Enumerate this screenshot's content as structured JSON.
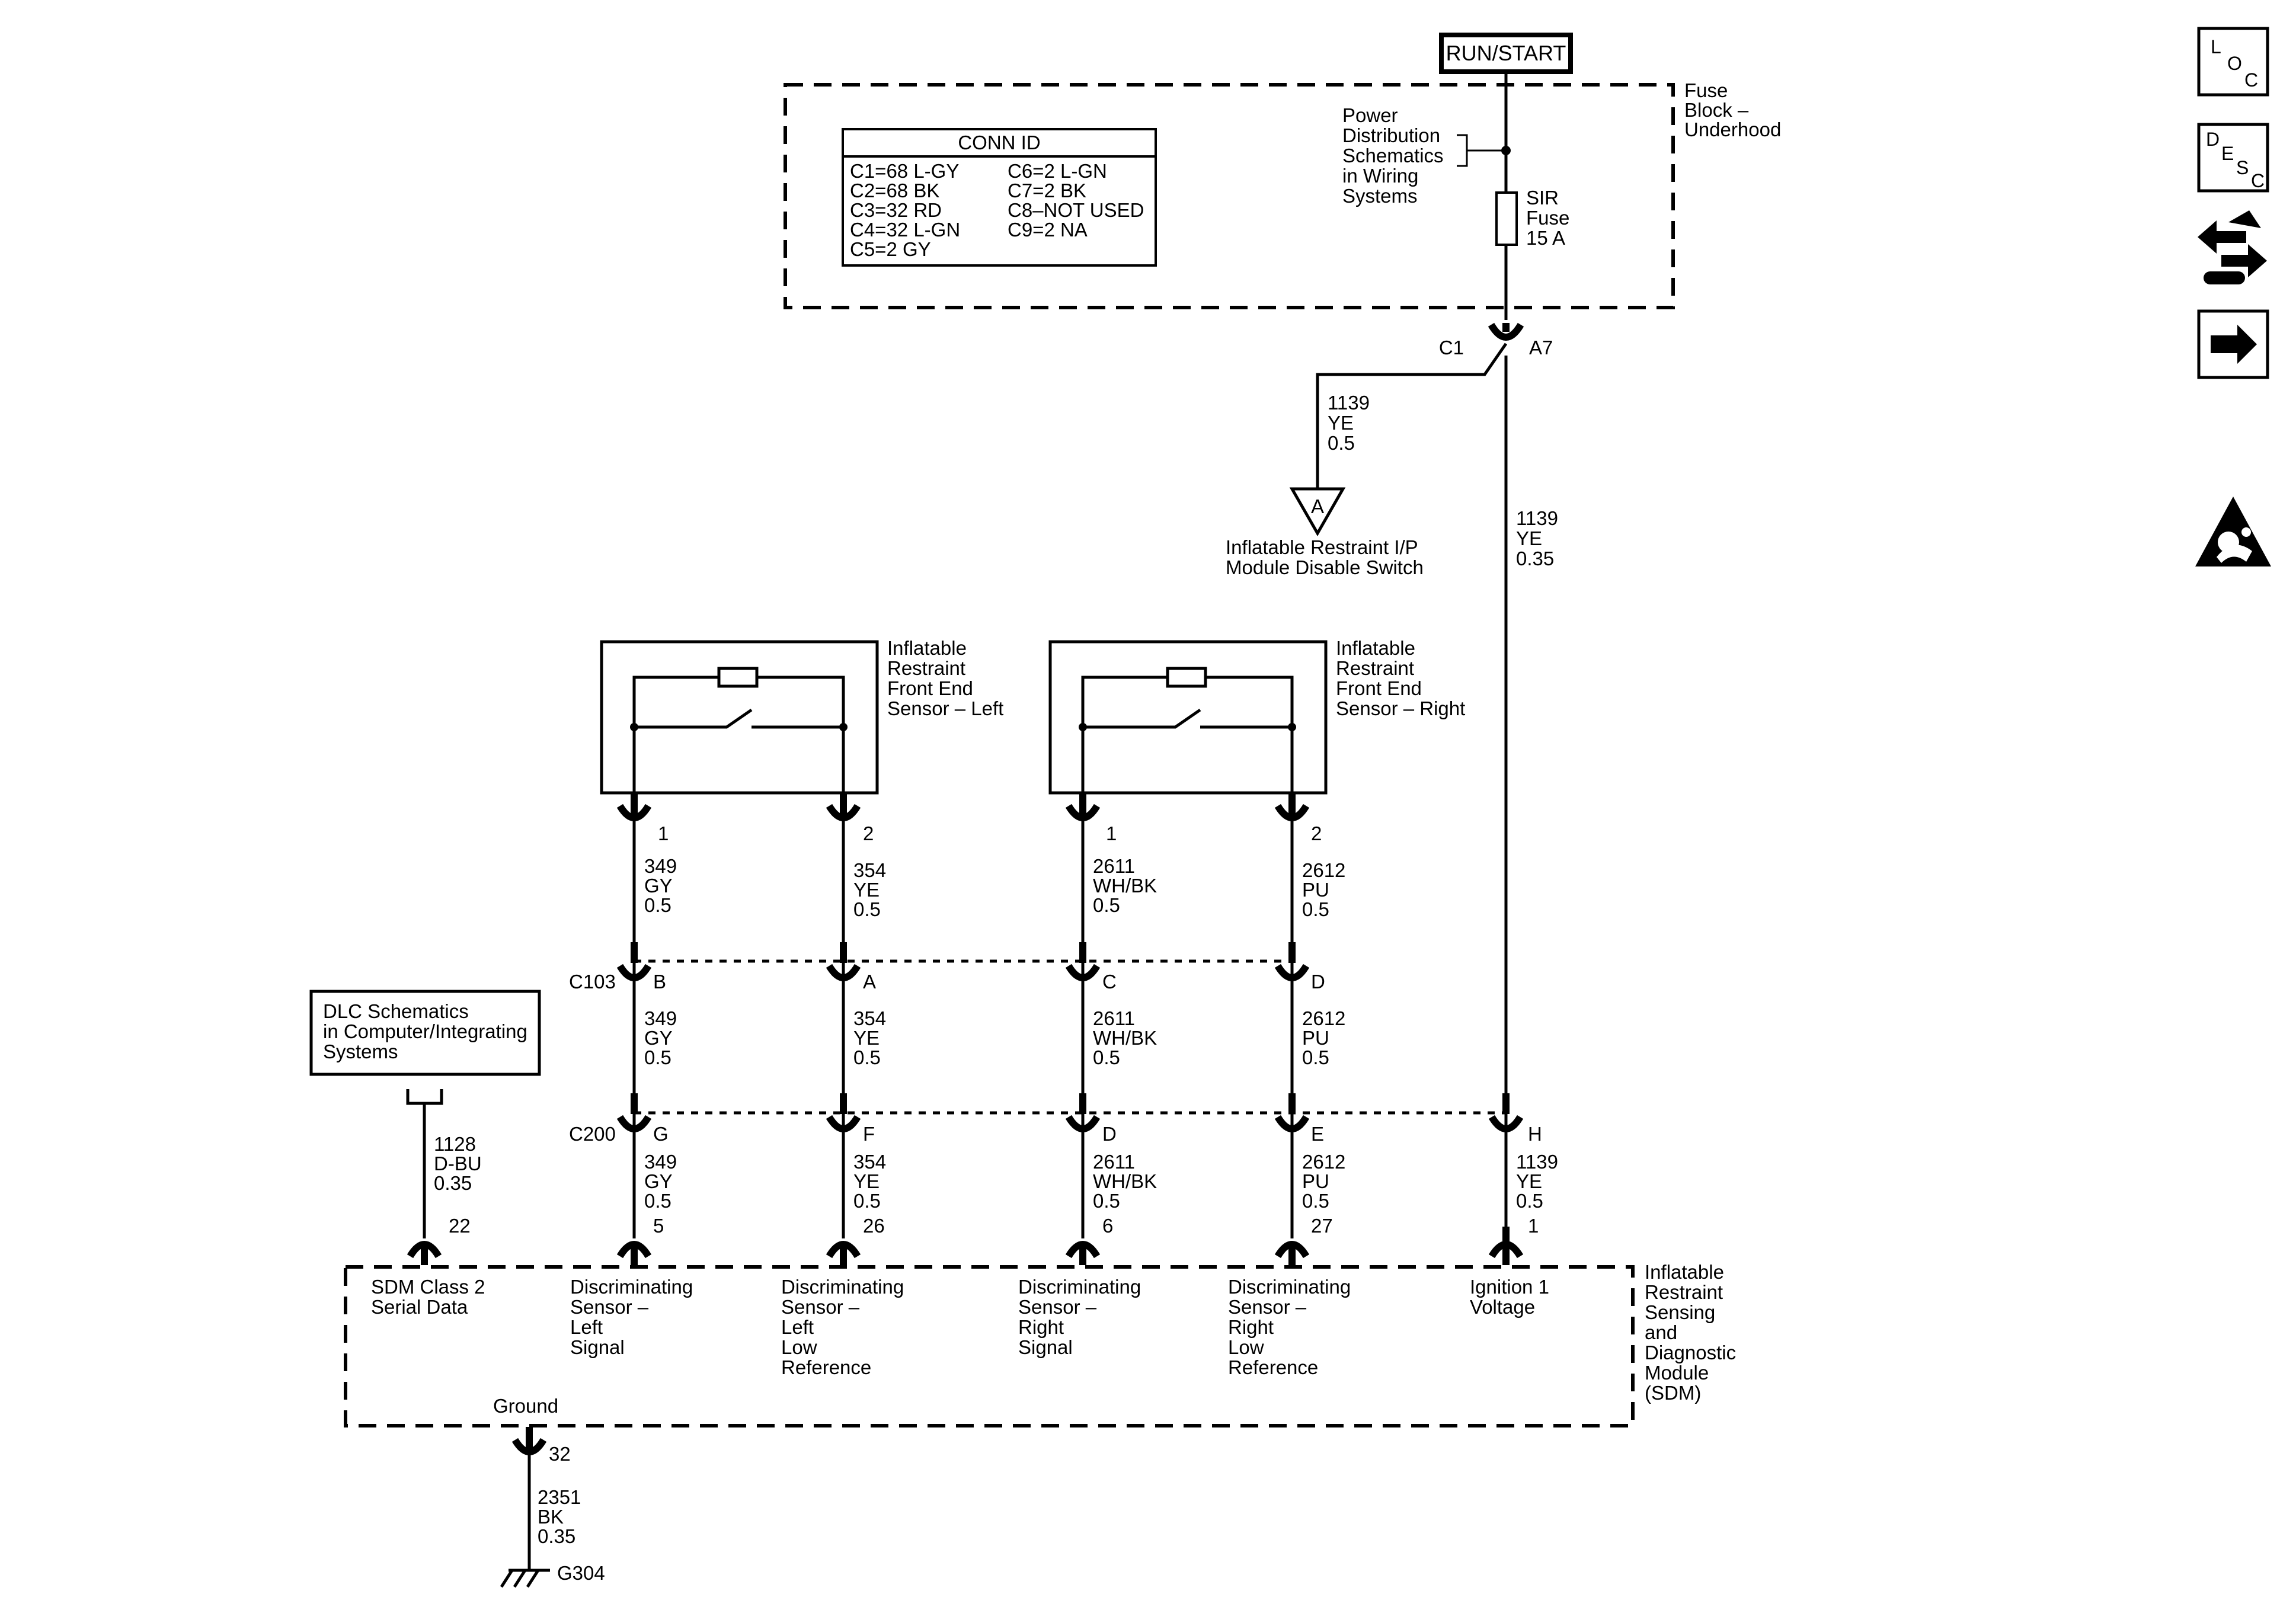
{
  "power": {
    "source": "RUN/START"
  },
  "fuse_block": {
    "name": [
      "Fuse",
      "Block –",
      "Underhood"
    ],
    "power_dist_ref": [
      "Power",
      "Distribution",
      "Schematics",
      "in Wiring",
      "Systems"
    ],
    "fuse": [
      "SIR",
      "Fuse",
      "15 A"
    ]
  },
  "conn_id": {
    "title": "CONN ID",
    "left": [
      "C1=68 L-GY",
      "C2=68 BK",
      "C3=32 RD",
      "C4=32 L-GN",
      "C5=2 GY"
    ],
    "right": [
      "C6=2 L-GN",
      "C7=2 BK",
      "C8–NOT USED",
      "C9=2 NA"
    ]
  },
  "connector_c1": {
    "id": "C1",
    "pin": "A7"
  },
  "circuit_1139_branch": [
    "1139",
    "YE",
    "0.5"
  ],
  "circuit_1139_main": [
    "1139",
    "YE",
    "0.35"
  ],
  "reference_a": {
    "symbol": "A",
    "label": [
      "Inflatable Restraint I/P",
      "Module Disable Switch"
    ]
  },
  "sensor_left": {
    "name": [
      "Inflatable",
      "Restraint",
      "Front End",
      "Sensor – Left"
    ],
    "pins": [
      "1",
      "2"
    ]
  },
  "sensor_right": {
    "name": [
      "Inflatable",
      "Restraint",
      "Front End",
      "Sensor – Right"
    ],
    "pins": [
      "1",
      "2"
    ]
  },
  "wires": {
    "w349": [
      "349",
      "GY",
      "0.5"
    ],
    "w354": [
      "354",
      "YE",
      "0.5"
    ],
    "w2611": [
      "2611",
      "WH/BK",
      "0.5"
    ],
    "w2612": [
      "2612",
      "PU",
      "0.5"
    ],
    "w1128": [
      "1128",
      "D-BU",
      "0.35"
    ],
    "w1139h": [
      "1139",
      "YE",
      "0.5"
    ],
    "w2351": [
      "2351",
      "BK",
      "0.35"
    ]
  },
  "connector_c103": {
    "id": "C103",
    "pins": [
      "B",
      "A",
      "C",
      "D"
    ]
  },
  "connector_c200": {
    "id": "C200",
    "pins": [
      "G",
      "F",
      "D",
      "E",
      "H"
    ]
  },
  "dlc": {
    "label": [
      "DLC Schematics",
      "in Computer/Integrating",
      "Systems"
    ]
  },
  "sdm": {
    "name": [
      "Inflatable",
      "Restraint",
      "Sensing",
      "and",
      "Diagnostic",
      "Module",
      "(SDM)"
    ],
    "pins": [
      "22",
      "5",
      "26",
      "6",
      "27",
      "1"
    ],
    "functions": [
      [
        "SDM Class 2",
        "Serial Data"
      ],
      [
        "Discriminating",
        "Sensor –",
        "Left",
        "Signal"
      ],
      [
        "Discriminating",
        "Sensor –",
        "Left",
        "Low",
        "Reference"
      ],
      [
        "Discriminating",
        "Sensor –",
        "Right",
        "Signal"
      ],
      [
        "Discriminating",
        "Sensor –",
        "Right",
        "Low",
        "Reference"
      ],
      [
        "Ignition 1",
        "Voltage"
      ]
    ],
    "ground_label": "Ground",
    "ground_pin": "32"
  },
  "ground": {
    "id": "G304"
  },
  "side_icons": {
    "loc": [
      "L",
      "O",
      "C"
    ],
    "desc": [
      "D",
      "E",
      "S",
      "C"
    ],
    "icons": [
      "connector-swap-icon",
      "arrow-right-icon",
      "airbag-warning-icon"
    ]
  }
}
